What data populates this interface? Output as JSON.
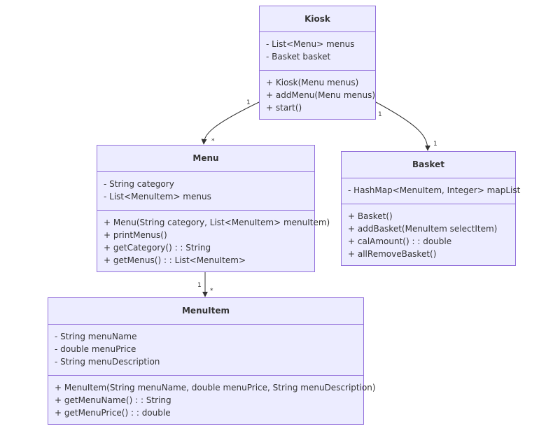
{
  "classes": {
    "kiosk": {
      "name": "Kiosk",
      "attributes": [
        "- List<Menu> menus",
        "- Basket basket"
      ],
      "methods": [
        "+ Kiosk(Menu menus)",
        "+ addMenu(Menu menus)",
        "+ start()"
      ]
    },
    "menu": {
      "name": "Menu",
      "attributes": [
        "- String category",
        "- List<MenuItem> menus"
      ],
      "methods": [
        "+ Menu(String category, List<MenuItem> menuItem)",
        "+ printMenus()",
        "+ getCategory() : : String",
        "+ getMenus() : : List<MenuItem>"
      ]
    },
    "basket": {
      "name": "Basket",
      "attributes": [
        "- HashMap<MenuItem, Integer> mapList"
      ],
      "methods": [
        "+ Basket()",
        "+ addBasket(MenuItem selectItem)",
        "+ calAmount() : : double",
        "+ allRemoveBasket()"
      ]
    },
    "menuitem": {
      "name": "MenuItem",
      "attributes": [
        "- String menuName",
        "- double menuPrice",
        "- String menuDescription"
      ],
      "methods": [
        "+ MenuItem(String menuName, double menuPrice, String menuDescription)",
        "+ getMenuName() : : String",
        "+ getMenuPrice() : : double"
      ]
    }
  },
  "relations": {
    "kiosk_menu": {
      "source_mult": "1",
      "target_mult": "*"
    },
    "kiosk_basket": {
      "source_mult": "1",
      "target_mult": "1"
    },
    "menu_menuitem": {
      "source_mult": "1",
      "target_mult": "*"
    }
  },
  "colors": {
    "class_fill": "#ececff",
    "class_border": "#9370db",
    "line": "#333333",
    "text": "#333333"
  }
}
